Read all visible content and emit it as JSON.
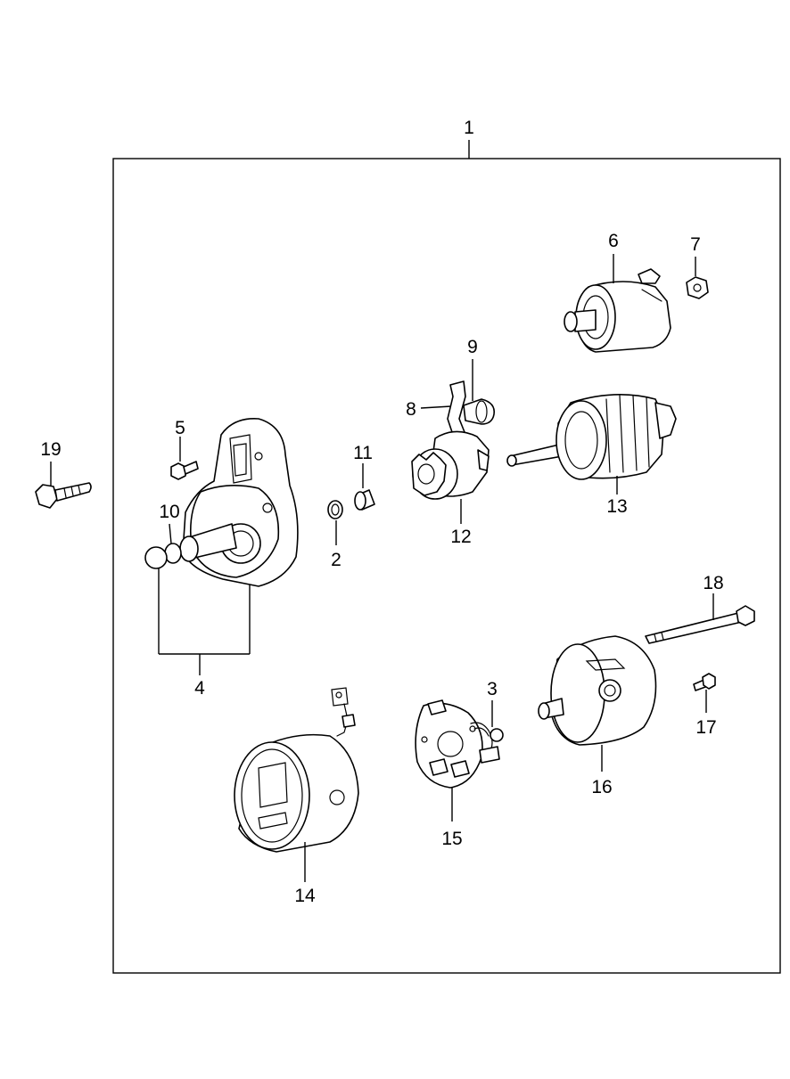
{
  "diagram": {
    "callouts": [
      "1",
      "2",
      "3",
      "4",
      "5",
      "6",
      "7",
      "8",
      "9",
      "10",
      "11",
      "12",
      "13",
      "14",
      "15",
      "16",
      "17",
      "18",
      "19"
    ],
    "parts": [
      {
        "callout": "1",
        "icon": "starter-assembly-frame-icon"
      },
      {
        "callout": "2",
        "icon": "washer-icon"
      },
      {
        "callout": "3",
        "icon": "brush-spring-icon"
      },
      {
        "callout": "4",
        "icon": "front-housing-icon"
      },
      {
        "callout": "5",
        "icon": "screw-icon"
      },
      {
        "callout": "6",
        "icon": "solenoid-switch-icon"
      },
      {
        "callout": "7",
        "icon": "nut-icon"
      },
      {
        "callout": "8",
        "icon": "lever-icon"
      },
      {
        "callout": "9",
        "icon": "plunger-icon"
      },
      {
        "callout": "10",
        "icon": "bushing-cap-icon"
      },
      {
        "callout": "11",
        "icon": "stop-ring-icon"
      },
      {
        "callout": "12",
        "icon": "pinion-clutch-icon"
      },
      {
        "callout": "13",
        "icon": "armature-icon"
      },
      {
        "callout": "14",
        "icon": "yoke-assembly-icon"
      },
      {
        "callout": "15",
        "icon": "brush-holder-icon"
      },
      {
        "callout": "16",
        "icon": "rear-cover-icon"
      },
      {
        "callout": "17",
        "icon": "small-screw-icon"
      },
      {
        "callout": "18",
        "icon": "through-bolt-icon"
      },
      {
        "callout": "19",
        "icon": "mounting-bolt-icon"
      }
    ]
  }
}
